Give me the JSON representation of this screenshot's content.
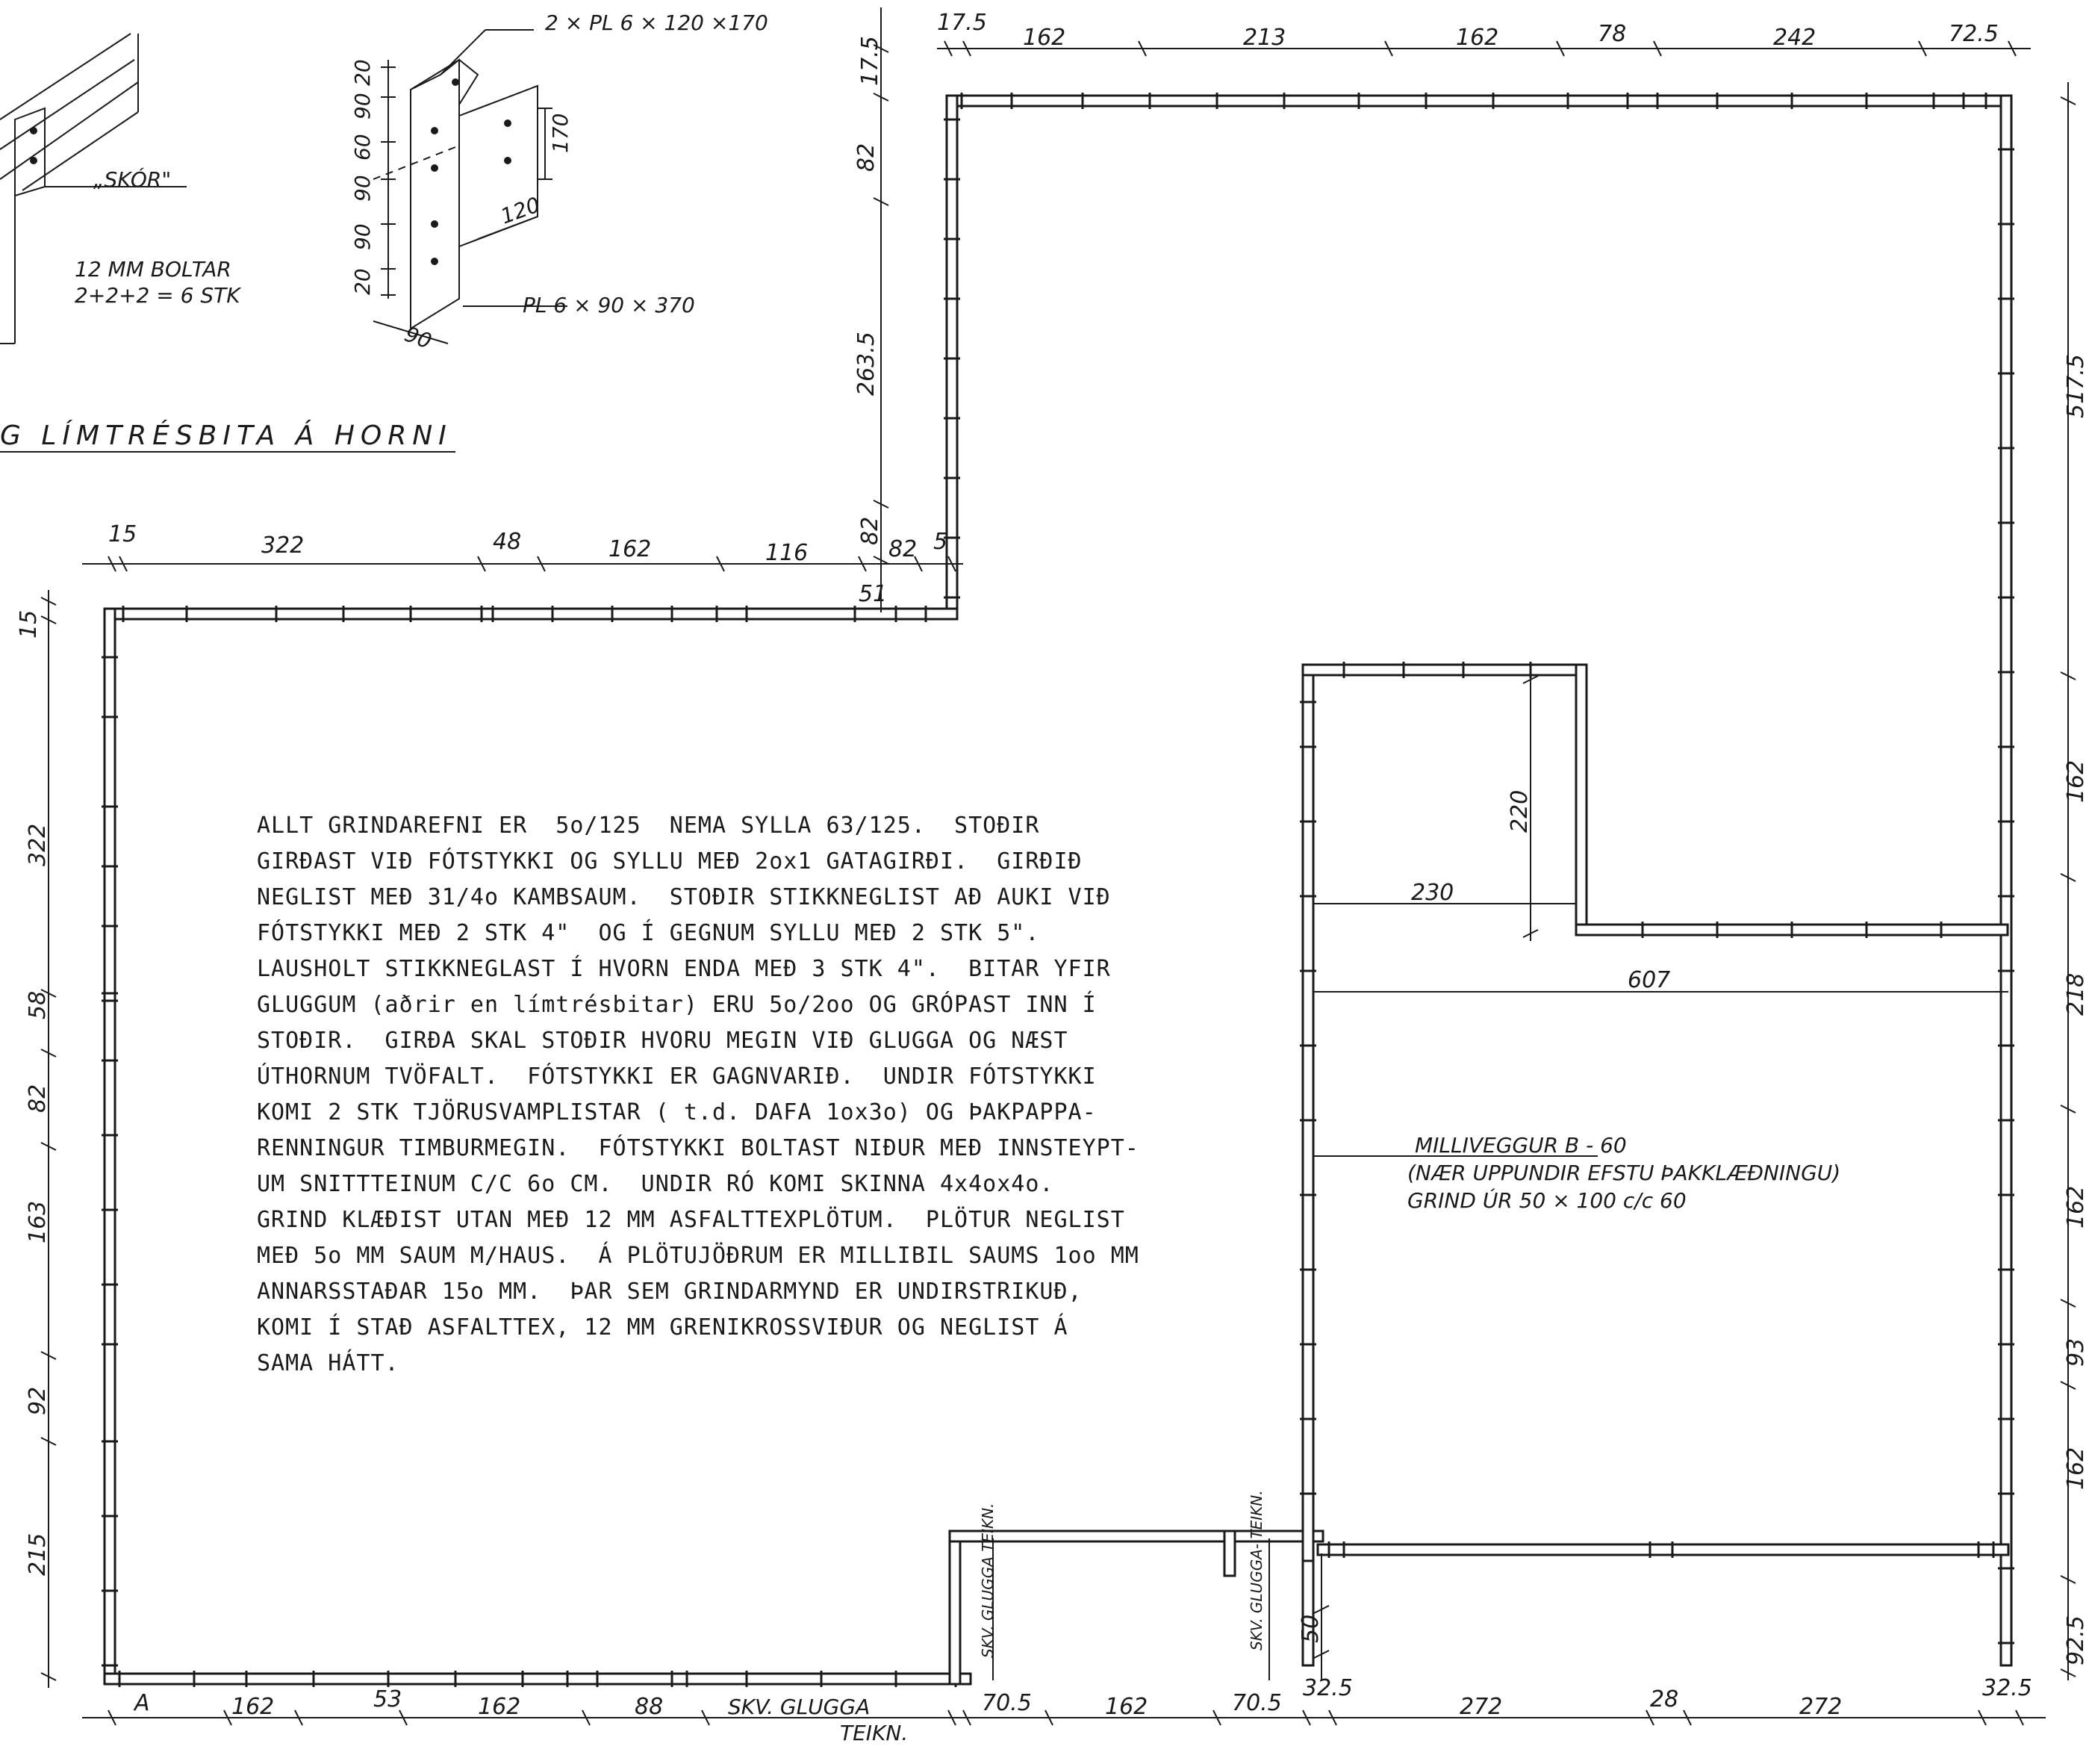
{
  "detail": {
    "plate_top": "2 × PL  6 × 120 ×170",
    "plate_bottom": "PL  6 × 90 × 370",
    "skor": "„SKÓR\"",
    "bolts_line1": "12 MM  BOLTAR",
    "bolts_line2": "2+2+2 = 6 STK",
    "plate_dims": [
      "20",
      "90",
      "60",
      "90",
      "90",
      "20"
    ],
    "d170": "170",
    "d120": "120",
    "d90": "90",
    "heading": "G  LÍMTRÉSBITA   Á  HORNI"
  },
  "notes": [
    "ALLT GRINDAREFNI ER  5o/125  NEMA SYLLA 63/125.  STOÐIR",
    "GIRÐAST VIÐ FÓTSTYKKI OG SYLLU MEÐ 2ox1 GATAGIRÐI.  GIRÐIÐ",
    "NEGLIST MEÐ 31/4o KAMBSAUM.  STOÐIR STIKKNEGLIST AÐ AUKI VIÐ",
    "FÓTSTYKKI MEÐ 2 STK 4\"  OG Í GEGNUM SYLLU MEÐ 2 STK 5\".",
    "LAUSHOLT STIKKNEGLAST Í HVORN ENDA MEÐ 3 STK 4\".  BITAR YFIR",
    "GLUGGUM (aðrir en límtrésbitar) ERU 5o/2oo OG GRÓPAST INN Í",
    "STOÐIR.  GIRÐA SKAL STOÐIR HVORU MEGIN VIÐ GLUGGA OG NÆST",
    "ÚTHORNUM TVÖFALT.  FÓTSTYKKI ER GAGNVARIÐ.  UNDIR FÓTSTYKKI",
    "KOMI 2 STK TJÖRUSVAMPLISTAR ( t.d. DAFA 1ox3o) OG ÞAKPAPPA-",
    "RENNINGUR TIMBURMEGIN.  FÓTSTYKKI BOLTAST NIÐUR MEÐ INNSTEYPT-",
    "UM SNITTTEINUM C/C 6o CM.  UNDIR RÓ KOMI SKINNA 4x4ox4o.",
    "GRIND KLÆÐIST UTAN MEÐ 12 MM ASFALTTEXPLÖTUM.  PLÖTUR NEGLIST",
    "MEÐ 5o MM SAUM M/HAUS.  Á PLÖTUJÖÐRUM ER MILLIBIL SAUMS 1oo MM",
    "ANNARSSTAÐAR 15o MM.  ÞAR SEM GRINDARMYND ER UNDIRSTRIKUÐ,",
    "KOMI Í STAÐ ASFALTTEX, 12 MM GRENIKROSSVIÐUR OG NEGLIST Á",
    "SAMA HÁTT."
  ],
  "dims": {
    "top_right": [
      "17.5",
      "162",
      "213",
      "162",
      "78",
      "242",
      "72.5"
    ],
    "left_upper": [
      "17.5",
      "82",
      "263.5",
      "82"
    ],
    "mid_row": [
      "15",
      "322",
      "48",
      "162",
      "116",
      "82",
      "82",
      "5",
      "51"
    ],
    "left_side": [
      "15",
      "322",
      "58",
      "82",
      "163",
      "92",
      "215"
    ],
    "right_side": [
      "517.5",
      "162",
      "218",
      "162",
      "93",
      "162",
      "92.5"
    ],
    "bottom_left": [
      "A",
      "162",
      "53",
      "162",
      "88"
    ],
    "skv_glugga": "SKV.  GLUGGA",
    "teikn": "TEIKN.",
    "bottom_right": [
      "70.5",
      "162",
      "70.5",
      "32.5",
      "272",
      "28",
      "272",
      "32.5"
    ],
    "inner_220": "220",
    "inner_230": "230",
    "inner_607": "607",
    "inner_50": "50",
    "skv_glugga_teikn_v1": "SKV. GLUGGA TEIKN.",
    "skv_glugga_teikn_v2": "SKV. GLUGGA- TEIKN."
  },
  "milliveggur": {
    "line1": "MILLIVEGGUR    B - 60",
    "line2": "(NÆR UPPUNDIR  EFSTU  ÞAKKLÆÐNINGU)",
    "line3": "GRIND   ÚR   50 × 100   c/c  60"
  }
}
